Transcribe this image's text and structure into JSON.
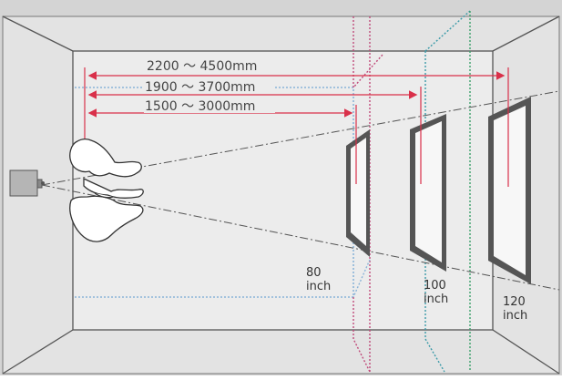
{
  "distances": [
    "2200 ～ 4500mm",
    "1900 ～ 3700mm",
    "1500 ～ 3000mm"
  ],
  "screens": [
    {
      "size": "80",
      "unit": "inch",
      "color": "#c04a7a"
    },
    {
      "size": "100",
      "unit": "inch",
      "color": "#3a9aa8"
    },
    {
      "size": "120",
      "unit": "inch",
      "color": "#3aa06a"
    }
  ],
  "colors": {
    "room_fill": "#e3e3e3",
    "wall_line": "#555555",
    "dimension_line": "#d9304a",
    "floor_line": "#8ab4d8",
    "projector": "#b5b5b5"
  },
  "icons": [
    "projector-icon",
    "person-icon",
    "screen-icon"
  ]
}
